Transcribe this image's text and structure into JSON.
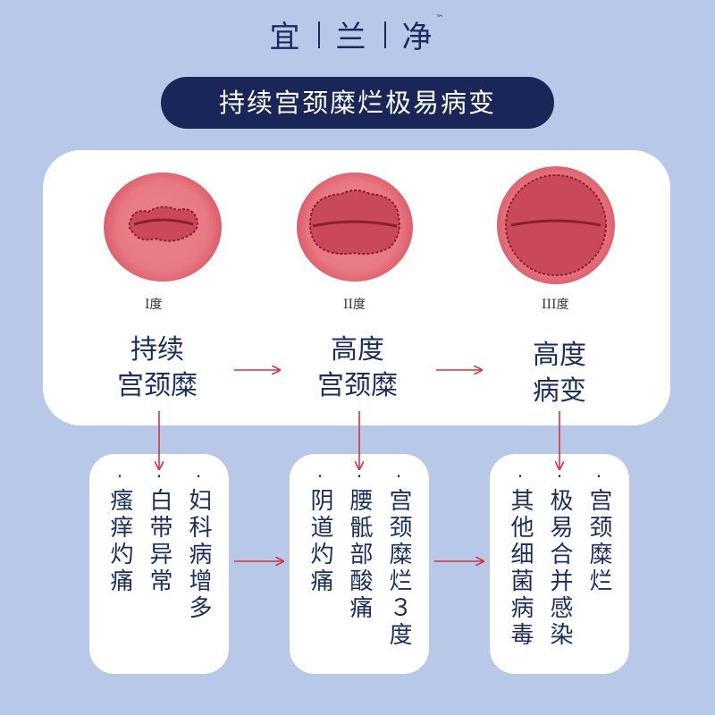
{
  "brand": {
    "part1": "宜",
    "part2": "兰",
    "part3": "净",
    "tm": "™"
  },
  "banner": {
    "title": "持续宫颈糜烂极易病变"
  },
  "stages": [
    {
      "degree_label": "I度",
      "line1": "持续",
      "line2": "宫颈糜"
    },
    {
      "degree_label": "II度",
      "line1": "高度",
      "line2": "宫颈糜"
    },
    {
      "degree_label": "III度",
      "line1": "高度",
      "line2": "病变"
    }
  ],
  "boxes": [
    {
      "columns": [
        "妇科病增多",
        "白带异常",
        "瘙痒灼痛"
      ]
    },
    {
      "columns": [
        "宫颈糜烂３度",
        "腰骶部酸痛",
        "阴道灼痛"
      ]
    },
    {
      "columns": [
        "宫颈糜烂",
        "极易合并感染",
        "其他细菌病毒"
      ]
    }
  ],
  "colors": {
    "background": "#b7c8e9",
    "navy": "#1a2657",
    "arrow": "#d6323f",
    "text": "#1c2e5e"
  }
}
